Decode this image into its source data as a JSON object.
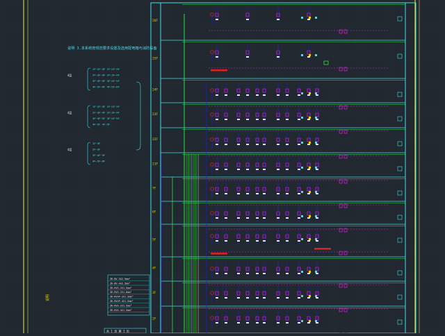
{
  "app": {
    "title": "CAD riser diagram",
    "colors": {
      "background": "#212830",
      "grid": "#2a323b",
      "frame": "#f0f040",
      "riser_cyan": "#40e0e8",
      "bus_green": "#30e040",
      "cable_blue": "#2020d0",
      "device_magenta": "#e020e0",
      "label_white": "#e8e8e8",
      "marker_red": "#e02020",
      "accent_yellow": "#e8d000"
    }
  },
  "legend": {
    "title": "说明 3.本系统按规范要求设置及选用配电箱与消防设备",
    "groups": [
      {
        "label": "4层",
        "lines": [
          "1F~2F~3F 1F~2F~3F",
          "2F~3F~4F 2F~3F~4F",
          "3F~4F~5F 3F~4F~5F",
          "4F~5F~6F 4F~5F~6F"
        ]
      },
      {
        "label": "4层",
        "lines": [
          "1F~2F~3F 1F~2F~3F",
          "2F~3F~4F 2F~3F~4F",
          "3F~4F~5F 3F~4F~5F",
          "4F~5F 4F~5F"
        ]
      },
      {
        "label": "4层",
        "lines": [
          "1F~3F",
          "2F~3F",
          "3F~4F~5F",
          "4F~5F~6F"
        ]
      }
    ]
  },
  "floors": [
    "26F",
    "25F",
    "24F",
    "23F",
    "22F",
    "21F",
    "7F",
    "6F",
    "5F",
    "4F",
    "3F",
    "2F"
  ],
  "notes": {
    "title": "设备材料说明",
    "lines": [
      "ZR-BV-3X2.5mm²",
      "ZR-BV-4X2.5mm²",
      "ZR-RVS-2X1.5mm²",
      "ZR-RVS-2X1.0mm²",
      "ZR-RVVP-2X1.5mm²",
      "ZR-RVVP-4X1.5mm²",
      "ZR-RVS-2X1.5mm²",
      "ZR-KVV-4X1.5mm²"
    ],
    "footer": "共 1 页 第 1 页"
  },
  "side_label": "说明"
}
